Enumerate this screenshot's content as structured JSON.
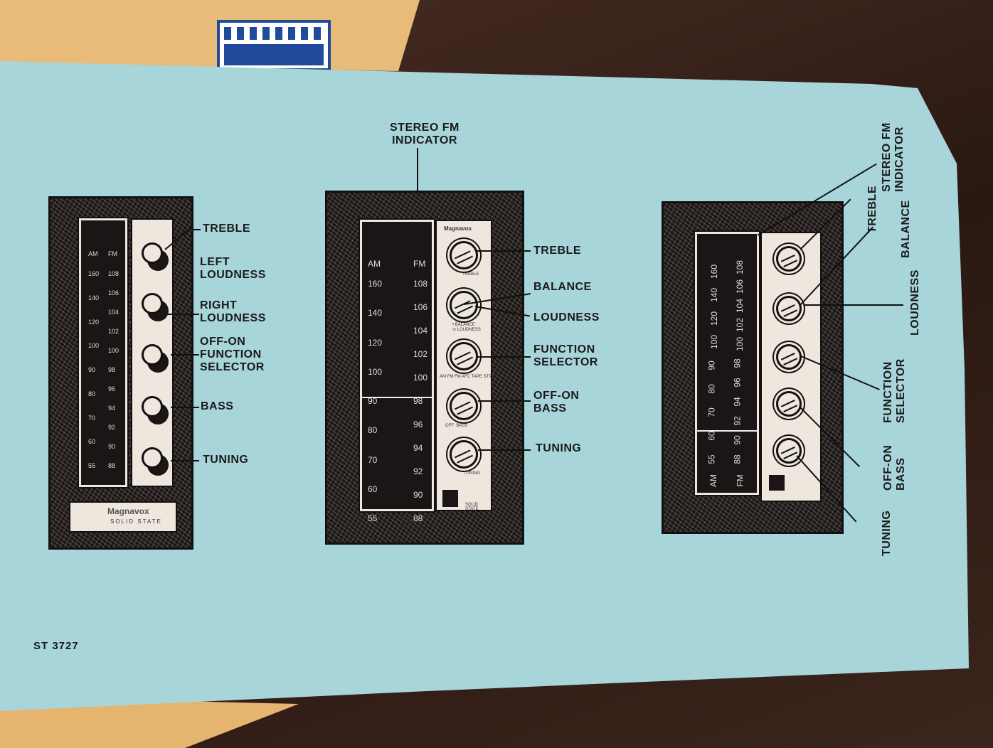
{
  "document_code": "ST 3727",
  "brand": "Magnavox",
  "panel_left": {
    "labels": [
      "TREBLE",
      "LEFT\nLOUDNESS",
      "RIGHT\nLOUDNESS",
      "OFF-ON\nFUNCTION\nSELECTOR",
      "BASS",
      "TUNING"
    ],
    "badge_brand": "Magnavox",
    "badge_sub": "SOLID STATE",
    "am_scale": [
      "160",
      "140",
      "120",
      "100",
      "90",
      "80",
      "70",
      "60",
      "55"
    ],
    "fm_scale": [
      "108",
      "106",
      "104",
      "102",
      "100",
      "98",
      "96",
      "94",
      "92",
      "90",
      "88"
    ],
    "band_labels": [
      "AM",
      "FM"
    ]
  },
  "panel_center": {
    "top_label": "STEREO FM\nINDICATOR",
    "labels": [
      "TREBLE",
      "BALANCE",
      "LOUDNESS",
      "FUNCTION\nSELECTOR",
      "OFF-ON\nBASS",
      "TUNING"
    ],
    "band_labels": [
      "AM",
      "FM"
    ],
    "am_scale": [
      "160",
      "140",
      "120",
      "100",
      "90",
      "80",
      "70",
      "60",
      "55"
    ],
    "fm_scale": [
      "108",
      "106",
      "104",
      "102",
      "100",
      "98",
      "96",
      "94",
      "92",
      "90",
      "88"
    ],
    "knob_captions": [
      "TREBLE",
      "• BALANCE\n⊙ LOUDNESS",
      "AM  FM  FM AFC  TAPE  ST'PH",
      "OFF  BASS",
      "TUNING"
    ],
    "footer_caption": "SOLID STATE"
  },
  "panel_right": {
    "labels": [
      "STEREO FM\nINDICATOR",
      "TREBLE",
      "BALANCE",
      "LOUDNESS",
      "FUNCTION\nSELECTOR",
      "OFF-ON\nBASS",
      "TUNING"
    ],
    "am_scale": [
      "55",
      "60",
      "70",
      "80",
      "90",
      "100",
      "120",
      "140",
      "160"
    ],
    "fm_scale": [
      "88",
      "90",
      "92",
      "94",
      "96",
      "98",
      "100",
      "102",
      "104",
      "106",
      "108"
    ],
    "band_labels": [
      "AM",
      "FM"
    ]
  }
}
